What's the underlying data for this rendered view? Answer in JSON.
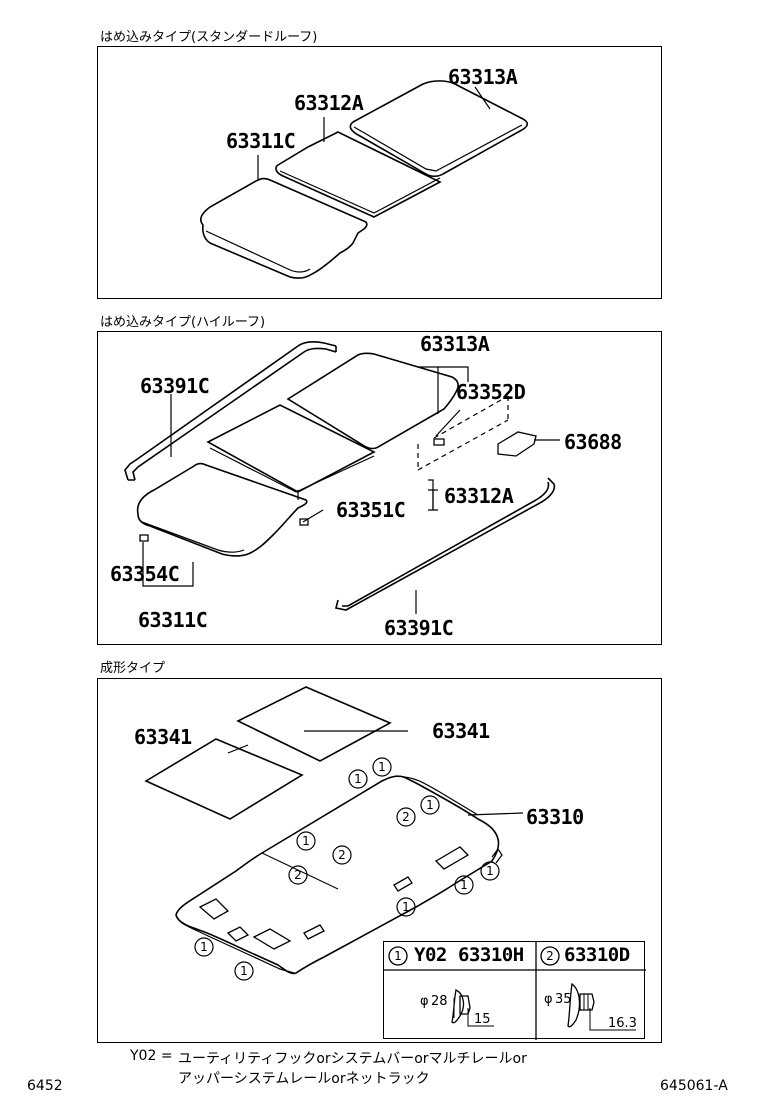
{
  "sections": [
    {
      "title": "はめ込みタイプ(スタンダードルーフ)",
      "labels": {
        "p63313A": "63313A",
        "p63312A": "63312A",
        "p63311C": "63311C"
      }
    },
    {
      "title": "はめ込みタイプ(ハイルーフ)",
      "labels": {
        "p63313A": "63313A",
        "p63352D": "63352D",
        "p63688": "63688",
        "p63391C_a": "63391C",
        "p63312A": "63312A",
        "p63351C": "63351C",
        "p63354C": "63354C",
        "p63311C": "63311C",
        "p63391C_b": "63391C"
      }
    },
    {
      "title": "成形タイプ",
      "labels": {
        "p63341_a": "63341",
        "p63341_b": "63341",
        "p63310": "63310"
      },
      "callouts": {
        "one": "1",
        "two": "2"
      },
      "legend": {
        "item1": {
          "num": "1",
          "code": "Y02",
          "part": "63310H",
          "dia_symbol": "φ",
          "dia": "28",
          "len": "15"
        },
        "item2": {
          "num": "2",
          "part": "63310D",
          "dia_symbol": "φ",
          "dia": "35",
          "len": "16.3"
        }
      }
    }
  ],
  "note": {
    "prefix": "Y02 =",
    "line1": "ユーティリティフックorシステムバーorマルチレールor",
    "line2": "アッパーシステムレールorネットラック"
  },
  "footer": {
    "left": "6452",
    "right": "645061-A"
  }
}
